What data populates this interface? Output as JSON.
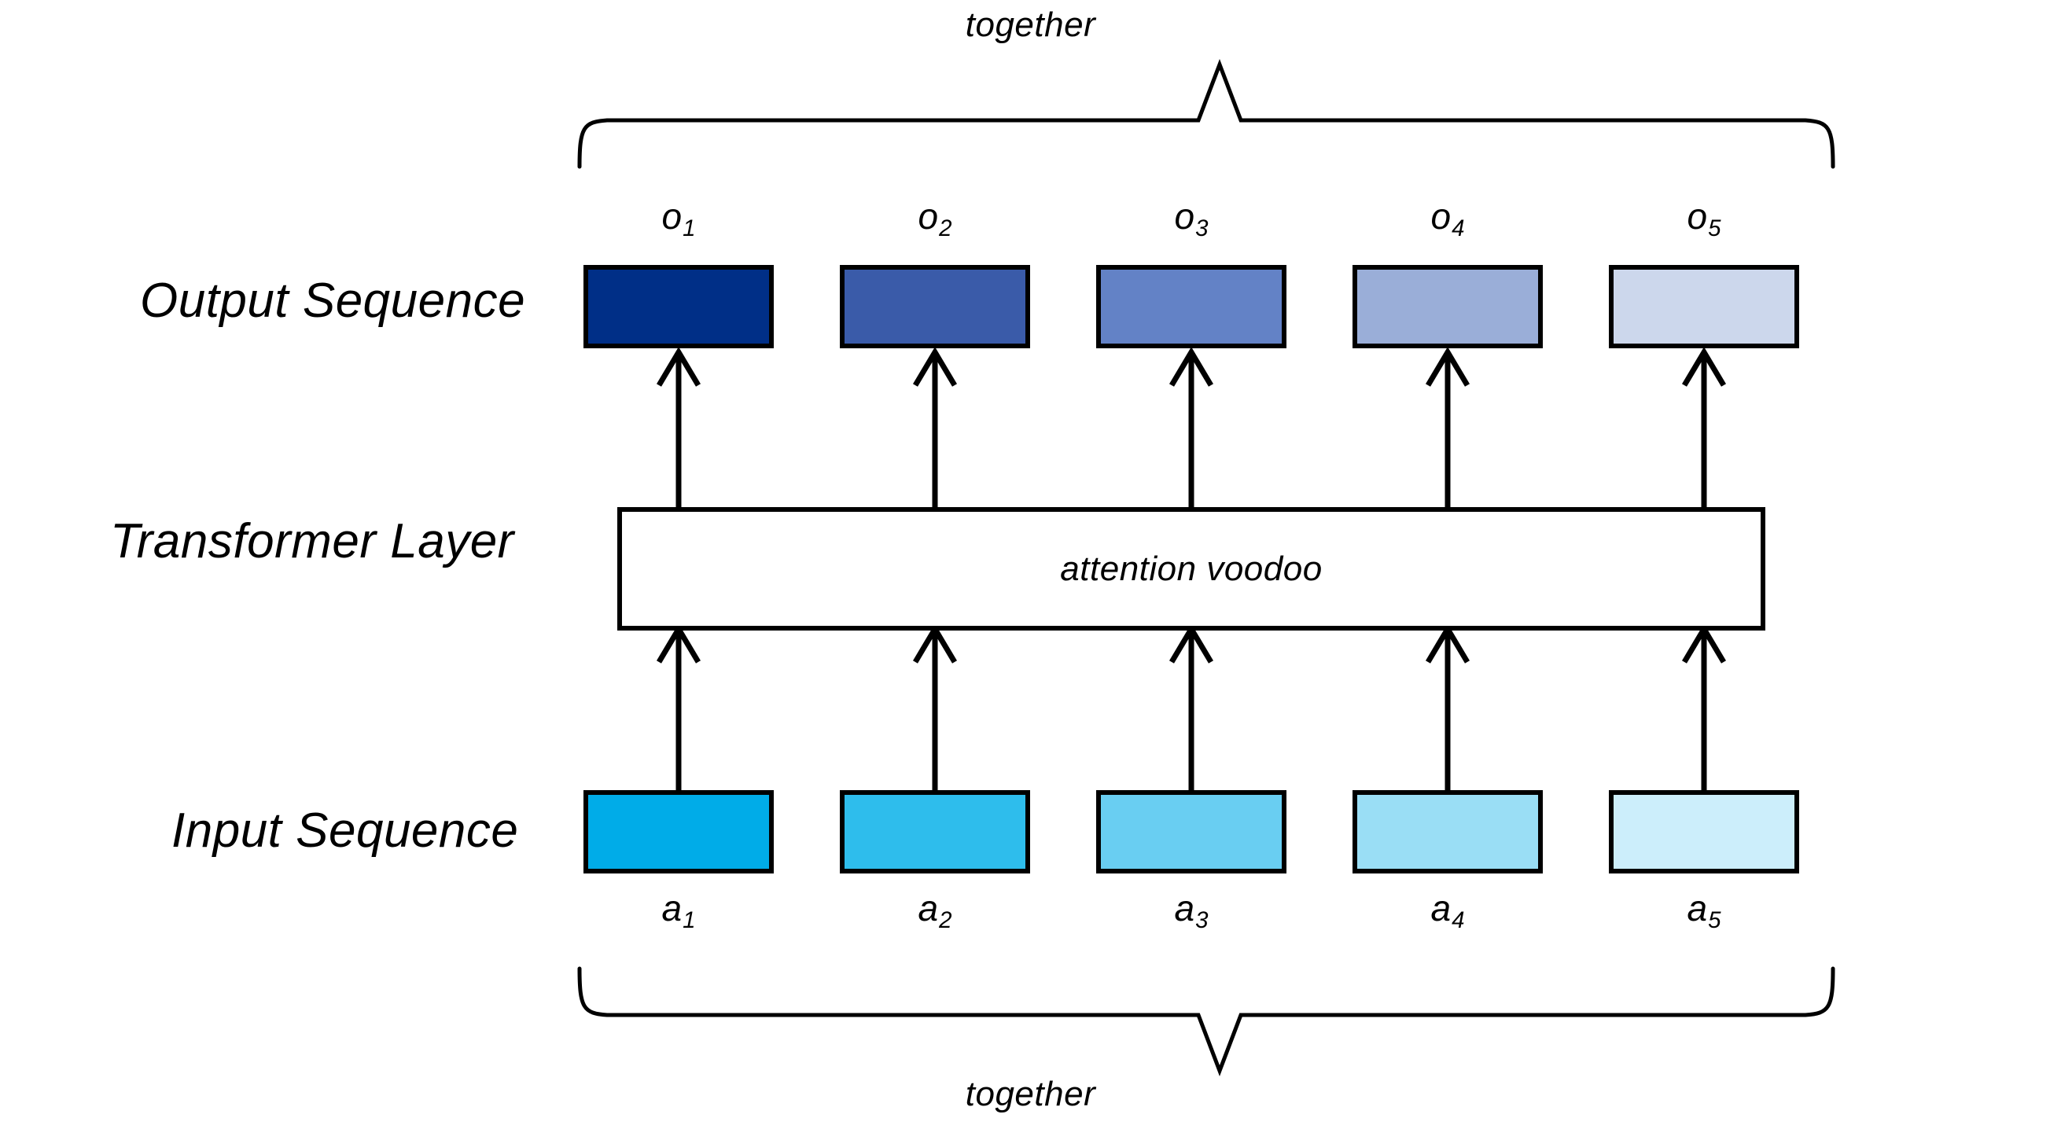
{
  "diagram": {
    "title_top": "together",
    "title_bottom": "together",
    "rows": {
      "output_label": "Output Sequence",
      "layer_label": "Transformer Layer",
      "input_label": "Input Sequence"
    },
    "layer_box_text": "attention voodoo"
  },
  "output_sequence": {
    "label": "Output Sequence",
    "tokens": [
      {
        "base": "o",
        "sub": "1",
        "color": "#002f87"
      },
      {
        "base": "o",
        "sub": "2",
        "color": "#3a5ba9"
      },
      {
        "base": "o",
        "sub": "3",
        "color": "#6382c6"
      },
      {
        "base": "o",
        "sub": "4",
        "color": "#9aaed8"
      },
      {
        "base": "o",
        "sub": "5",
        "color": "#ccd7ec"
      }
    ]
  },
  "input_sequence": {
    "label": "Input Sequence",
    "tokens": [
      {
        "base": "a",
        "sub": "1",
        "color": "#00ace8"
      },
      {
        "base": "a",
        "sub": "2",
        "color": "#2ebdec"
      },
      {
        "base": "a",
        "sub": "3",
        "color": "#69cef2"
      },
      {
        "base": "a",
        "sub": "4",
        "color": "#9adef5"
      },
      {
        "base": "a",
        "sub": "5",
        "color": "#cceefb"
      }
    ]
  },
  "transformer_layer": {
    "label": "Transformer Layer",
    "inner_text": "attention voodoo"
  },
  "braces": {
    "top": {
      "caption": "together"
    },
    "bottom": {
      "caption": "together"
    }
  },
  "colors": {
    "stroke": "#000000",
    "background": "#ffffff"
  }
}
